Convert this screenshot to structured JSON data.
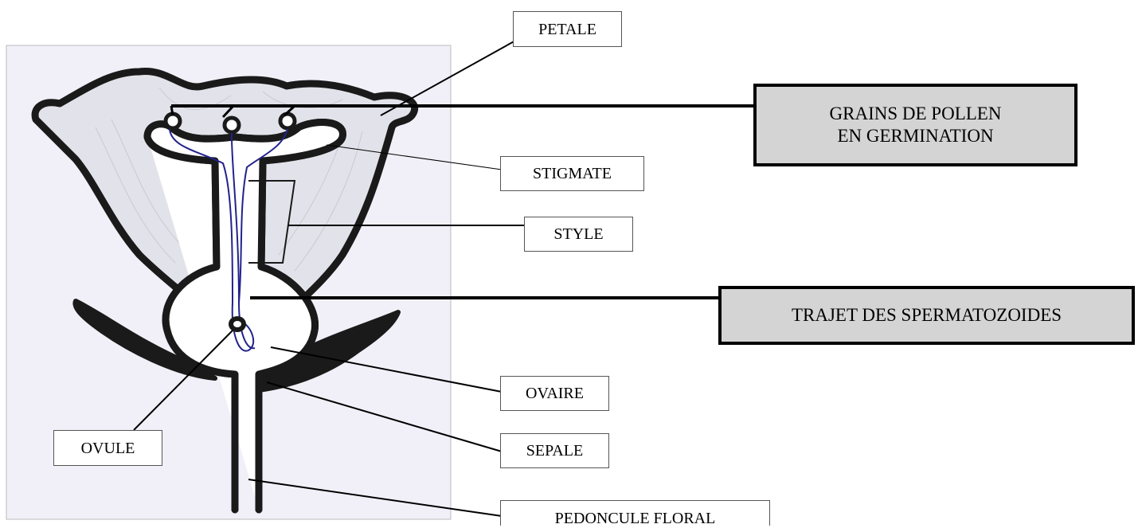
{
  "labels": {
    "petale": "PETALE",
    "grains_line1": "GRAINS DE  POLLEN",
    "grains_line2": "EN GERMINATION",
    "stigmate": "STIGMATE",
    "style": "STYLE",
    "trajet": "TRAJET  DES SPERMATOZOIDES",
    "ovaire": "OVAIRE",
    "ovule": "OVULE",
    "sepale": "SEPALE",
    "pedoncule": "PEDONCULE FLORAL"
  },
  "colors": {
    "outline": "#1a1a1a",
    "pollen_tube": "#23238c",
    "paper": "#f1f0f8",
    "petal_shade": "#e2e2ea",
    "highlight_box": "#d4d4d4"
  }
}
